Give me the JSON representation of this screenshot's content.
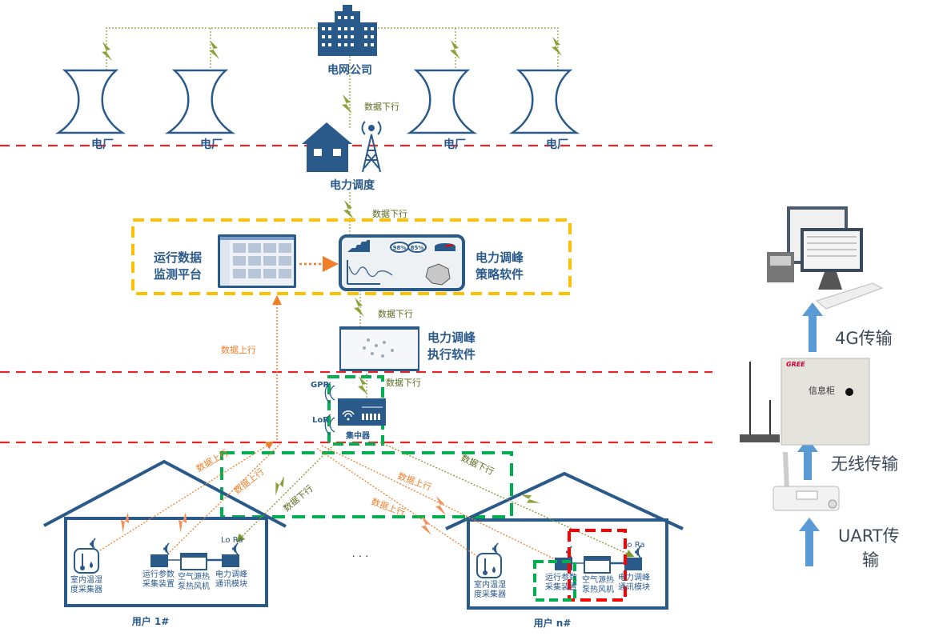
{
  "top": {
    "grid_company": "电网公司",
    "power_plants": [
      "电厂",
      "电厂",
      "电厂",
      "电厂"
    ],
    "dispatch": "电力调度"
  },
  "labels": {
    "data_down": "数据下行",
    "data_up": "数据上行"
  },
  "platform": {
    "monitor_line1": "运行数据",
    "monitor_line2": "监测平台",
    "strategy_line1": "电力调峰",
    "strategy_line2": "策略软件",
    "strategy_badges": [
      "98%",
      "85%"
    ],
    "exec_line1": "电力调峰",
    "exec_line2": "执行软件"
  },
  "concentrator": {
    "label": "集中器",
    "gprs": "GPR",
    "lora": "LoR"
  },
  "users": [
    {
      "name": "用户 1#",
      "devices": [
        "室内温湿度采集器",
        "运行参数采集装置",
        "空气源热泵热风机",
        "电力调峰通讯模块"
      ],
      "lora": "Lo Ra"
    },
    {
      "name": "用户 n#",
      "devices": [
        "室内温湿度采集器",
        "运行参数采集装置",
        "空气源热泵热风机",
        "电力调峰通讯模块"
      ],
      "lora": "Lo Ra"
    }
  ],
  "ellipsis": ". . .",
  "right_panel": {
    "cabinet_label": "信息柜",
    "cabinet_brand": "GREE",
    "step_4g": "4G传输",
    "step_wireless": "无线传输",
    "step_uart_line1": "UART传",
    "step_uart_line2": "输"
  },
  "colors": {
    "boundary": "#e8262a",
    "platform_box": "#ffc000",
    "highlight_green": "#00b050",
    "highlight_red": "#ff0000",
    "uplink": "#f07f2a",
    "downlink": "#7a9a2a",
    "primary": "#2a5a8a",
    "arrow_blue": "#5b9bd5"
  }
}
